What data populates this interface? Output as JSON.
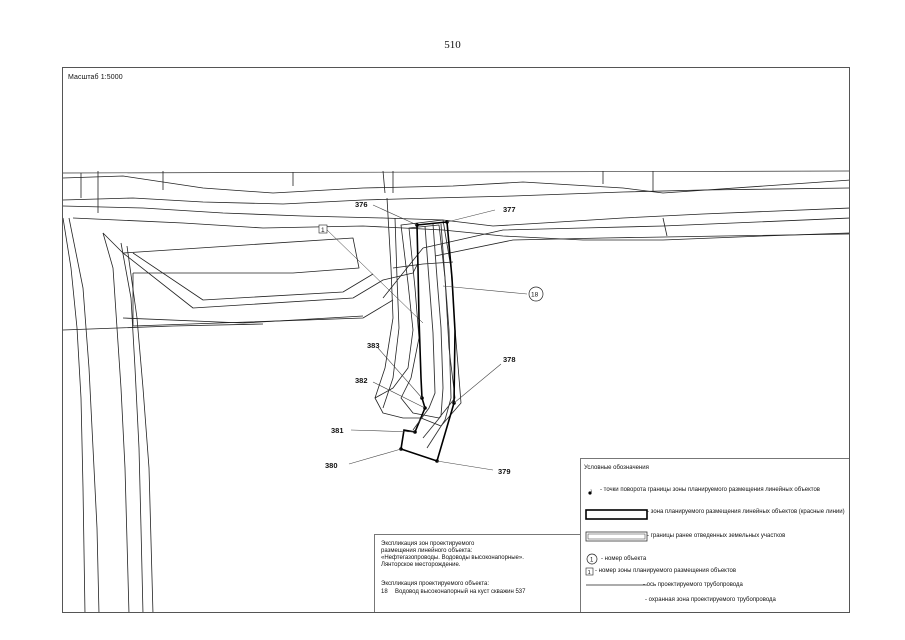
{
  "page": {
    "number": "510"
  },
  "map": {
    "scale_label": "Масштаб 1:5000",
    "points": [
      "376",
      "377",
      "378",
      "379",
      "380",
      "381",
      "382",
      "383"
    ],
    "zone_numbers": [
      "1",
      "18"
    ]
  },
  "legend": {
    "title": "Условные обозначения",
    "items": [
      "- точки поворота границы зоны планируемого размещения линейных объектов",
      "- зона планируемого размещения линейных объектов (красные линии)",
      "- границы ранее отведенных земельных участков",
      "- номер  объекта",
      "- номер зоны планируемого размещения объектов",
      "- ось проектируемого трубопровода",
      "- охранная зона проектируемого трубопровода"
    ],
    "point_marker_label": "1"
  },
  "explication": {
    "zones_title_lines": [
      "Экспликация зон проектируемого",
      "размещения линейного объекта:",
      "«Нефтегазопроводы. Водоводы высоконапорные».",
      "Лянторское месторождение."
    ],
    "object_title": "Экспликация проектируемого объекта:",
    "object_number": "18",
    "object_name": "Водовод высоконапорный на куст скважин 537"
  }
}
